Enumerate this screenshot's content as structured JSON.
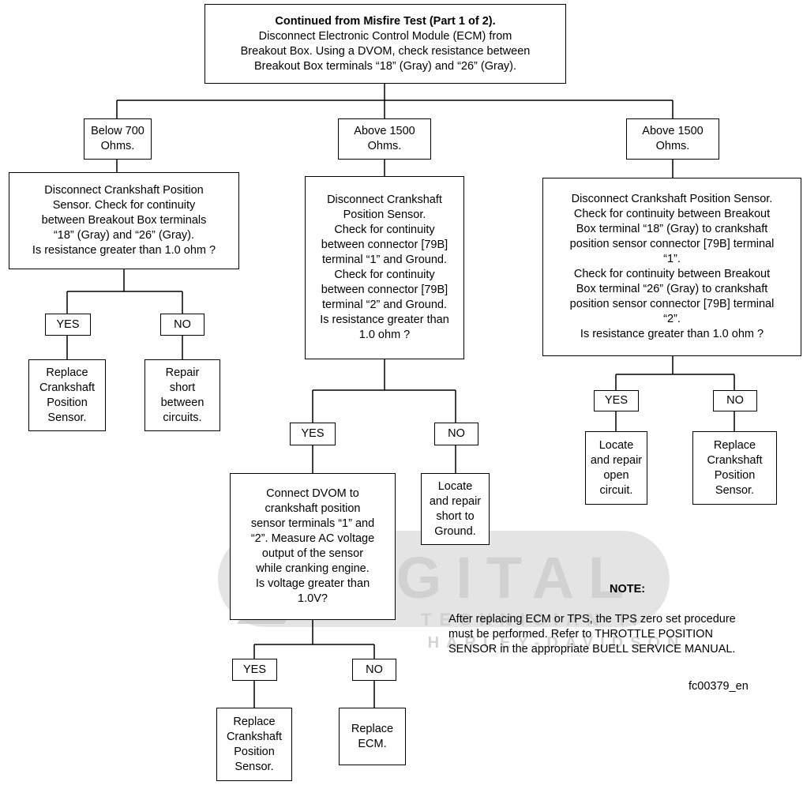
{
  "diagram": {
    "start": {
      "heading": "Continued from Misfire Test (Part 1 of 2).",
      "lines": [
        "Disconnect Electronic Control Module (ECM) from",
        "Breakout Box.  Using a DVOM, check resistance between",
        "Breakout Box terminals “18” (Gray) and “26” (Gray)."
      ]
    },
    "branch_left": {
      "condition": [
        "Below 700",
        "Ohms."
      ],
      "step": [
        "Disconnect Crankshaft Position",
        "Sensor. Check for continuity",
        "between Breakout Box terminals",
        "“18” (Gray) and “26” (Gray).",
        "Is resistance greater than 1.0 ohm ?"
      ],
      "yes": "YES",
      "no": "NO",
      "yes_result": [
        "Replace",
        "Crankshaft",
        "Position",
        "Sensor."
      ],
      "no_result": [
        "Repair",
        "short",
        "between",
        "circuits."
      ]
    },
    "branch_middle": {
      "condition": [
        "Above 1500",
        "Ohms."
      ],
      "step": [
        "Disconnect Crankshaft",
        "Position Sensor.",
        "Check for continuity",
        "between connector [79B]",
        "terminal “1” and Ground.",
        "Check for continuity",
        "between connector [79B]",
        "terminal “2” and Ground.",
        "Is resistance greater than",
        "1.0 ohm ?"
      ],
      "yes": "YES",
      "no": "NO",
      "no_result": [
        "Locate",
        "and repair",
        "short to",
        "Ground."
      ],
      "yes_step": [
        "Connect DVOM to",
        "crankshaft position",
        "sensor terminals “1” and",
        "“2”. Measure AC voltage",
        "output of the sensor",
        "while cranking engine.",
        "Is voltage greater than",
        "1.0V?"
      ],
      "yes2": "YES",
      "no2": "NO",
      "yes2_result": [
        "Replace",
        "Crankshaft",
        "Position",
        "Sensor."
      ],
      "no2_result": [
        "Replace",
        "ECM."
      ]
    },
    "branch_right": {
      "condition": [
        "Above 1500",
        "Ohms."
      ],
      "step": [
        "Disconnect Crankshaft Position Sensor.",
        "Check for continuity between Breakout",
        "Box terminal “18” (Gray) to crankshaft",
        "position sensor connector [79B] terminal",
        "“1”.",
        "Check for continuity between Breakout",
        "Box terminal “26” (Gray) to crankshaft",
        "position sensor connector [79B] terminal",
        "“2”.",
        "Is resistance greater than 1.0 ohm ?"
      ],
      "yes": "YES",
      "no": "NO",
      "yes_result": [
        "Locate",
        "and repair",
        "open",
        "circuit."
      ],
      "no_result": [
        "Replace",
        "Crankshaft",
        "Position",
        "Sensor."
      ]
    }
  },
  "note": {
    "title": "NOTE:",
    "lines": [
      "After replacing ECM or TPS, the TPS zero set procedure",
      "must be performed. Refer to THROTTLE POSITION",
      "SENSOR in the appropriate BUELL SERVICE MANUAL."
    ]
  },
  "figure_id": "fc00379_en",
  "watermark": {
    "line1": "DIGITAL",
    "line2": "TECHNICIAN II",
    "line3": "HARLEY-DAVIDSON"
  }
}
